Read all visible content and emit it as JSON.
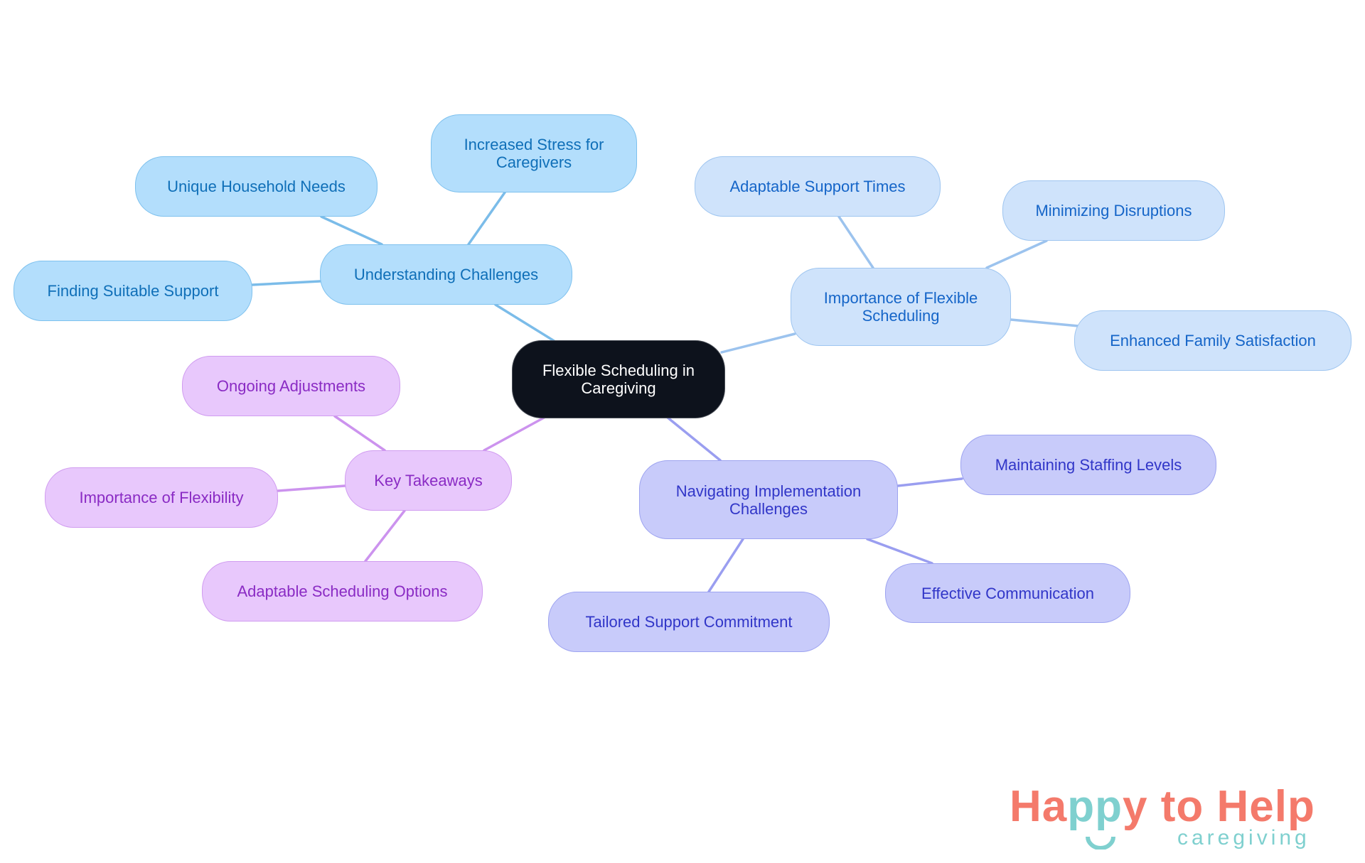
{
  "diagram": {
    "type": "mind-map",
    "root": {
      "label": "Flexible Scheduling in Caregiving",
      "lines": [
        "Flexible Scheduling in",
        "Caregiving"
      ]
    },
    "branches": [
      {
        "label": "Understanding Challenges",
        "color": {
          "fill": "#b3defc",
          "border": "#7ec1ee",
          "text": "#0f6fb8",
          "edge": "#7bbce9"
        },
        "children": [
          {
            "label": "Increased Stress for Caregivers",
            "lines": [
              "Increased Stress for",
              "Caregivers"
            ]
          },
          {
            "label": "Unique Household Needs"
          },
          {
            "label": "Finding Suitable Support"
          }
        ]
      },
      {
        "label": "Importance of Flexible Scheduling",
        "lines": [
          "Importance of Flexible",
          "Scheduling"
        ],
        "color": {
          "fill": "#cfe3fb",
          "border": "#9ec5f0",
          "text": "#1565c8",
          "edge": "#9cc3ee"
        },
        "children": [
          {
            "label": "Adaptable Support Times"
          },
          {
            "label": "Minimizing Disruptions"
          },
          {
            "label": "Enhanced Family Satisfaction"
          }
        ]
      },
      {
        "label": "Key Takeaways",
        "color": {
          "fill": "#e8c8fc",
          "border": "#d09cf0",
          "text": "#8a2bc4",
          "edge": "#cc93ee"
        },
        "children": [
          {
            "label": "Ongoing Adjustments"
          },
          {
            "label": "Importance of Flexibility"
          },
          {
            "label": "Adaptable Scheduling Options"
          }
        ]
      },
      {
        "label": "Navigating Implementation Challenges",
        "lines": [
          "Navigating Implementation",
          "Challenges"
        ],
        "color": {
          "fill": "#c8cbfa",
          "border": "#9da3f0",
          "text": "#3136c8",
          "edge": "#9a9ef0"
        },
        "children": [
          {
            "label": "Maintaining Staffing Levels"
          },
          {
            "label": "Effective Communication"
          },
          {
            "label": "Tailored Support Commitment"
          }
        ]
      }
    ]
  },
  "logo": {
    "part1": "Ha",
    "part2": "pp",
    "part3": "y to Help",
    "subtitle": "caregiving",
    "colors": {
      "coral": "#f47a6b",
      "teal": "#7fd0cf"
    }
  }
}
